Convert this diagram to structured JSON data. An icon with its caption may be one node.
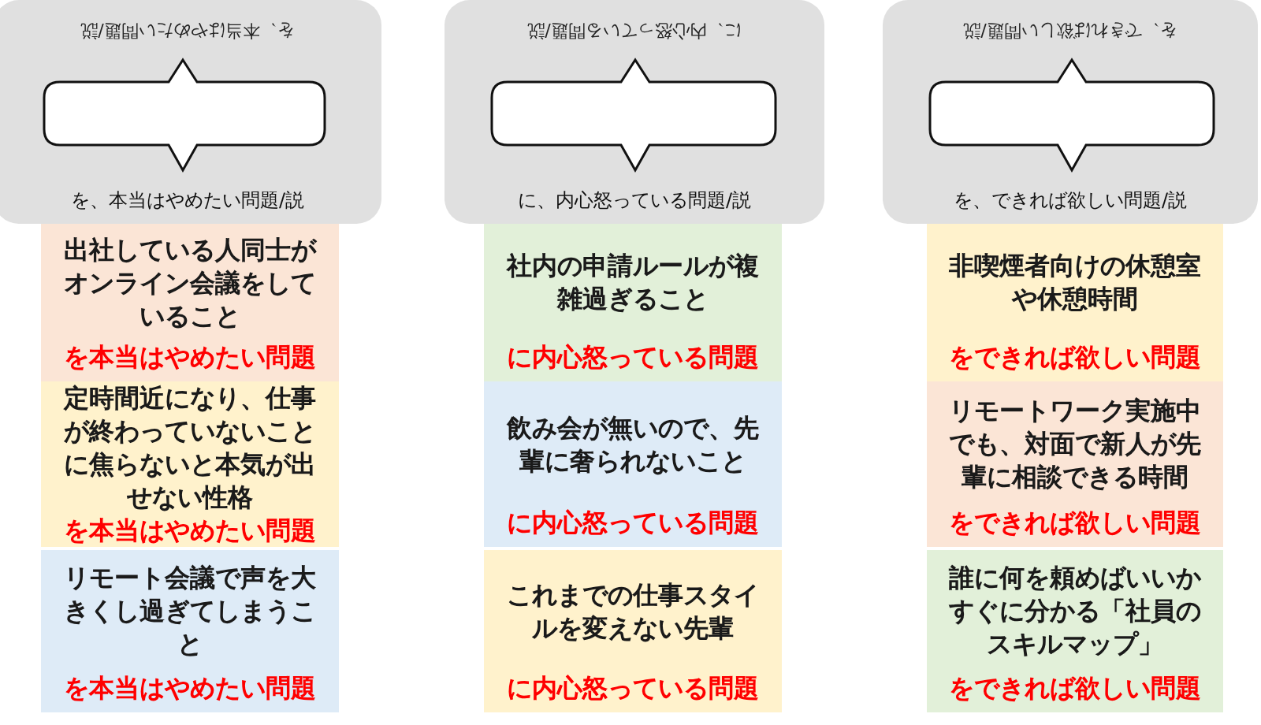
{
  "diagram": {
    "nodes": [
      {
        "text": [
          "を、本当はやめたい問題/説",
          "を、本当はやめたい問題/説"
        ]
      },
      {
        "text": [],
        "shape": "bubble",
        "in": 0
      },
      {
        "text": [
          "に、内心怒っている問題/説",
          "に、内心怒っている問題/説"
        ]
      },
      {
        "text": [],
        "shape": "bubble",
        "in": 2
      },
      {
        "text": [
          "を、できれば欲しい問題/説",
          "を、できれば欲しい問題/説"
        ]
      },
      {
        "text": [],
        "shape": "bubble",
        "in": 4
      },
      {
        "text": [
          "出社している人同士がオンライン会議をしていること",
          "を本当はやめたい問題"
        ]
      },
      {
        "text": [
          "社内の申請ルールが複雑過ぎること",
          "に内心怒っている問題"
        ]
      },
      {
        "text": [
          "非喫煙者向けの休憩室や休憩時間",
          "をできれば欲しい問題"
        ]
      },
      {
        "text": [
          "定時間近になり、仕事が終わっていないことに焦らないと本気が出せない性格",
          "を本当はやめたい問題"
        ]
      },
      {
        "text": [
          "飲み会が無いので、先輩に奢られないこと",
          "に内心怒っている問題"
        ]
      },
      {
        "text": [
          "リモートワーク実施中でも、対面で新人が先輩に相談できる時間",
          "をできれば欲しい問題"
        ]
      },
      {
        "text": [
          "リモート会議で声を大きくし過ぎてしまうこと",
          "を本当はやめたい問題"
        ]
      },
      {
        "text": [
          "これまでの仕事スタイルを変えない先輩",
          "に内心怒っている問題"
        ]
      },
      {
        "text": [
          "誰に何を頼めばいいかすぐに分かる「社員のスキルマップ」",
          "をできれば欲しい問題"
        ]
      }
    ],
    "edges": []
  }
}
